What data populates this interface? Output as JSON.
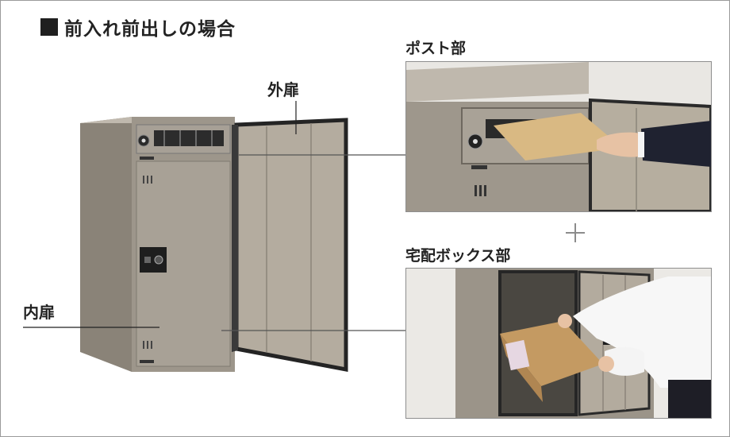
{
  "title": "前入れ前出しの場合",
  "labels": {
    "outer_door": "外扉",
    "inner_door": "内扉",
    "post_section": "ポスト部",
    "box_section": "宅配ボックス部"
  },
  "colors": {
    "cabinet_body": "#9a9388",
    "cabinet_dark": "#6f695f",
    "door_frame": "#2a2a2a",
    "panel_light": "#b3ab9f",
    "envelope": "#d9b983",
    "cardboard": "#c49a62"
  },
  "icons": [
    "dial-lock-icon",
    "keypad-lock-icon",
    "plus-icon"
  ]
}
